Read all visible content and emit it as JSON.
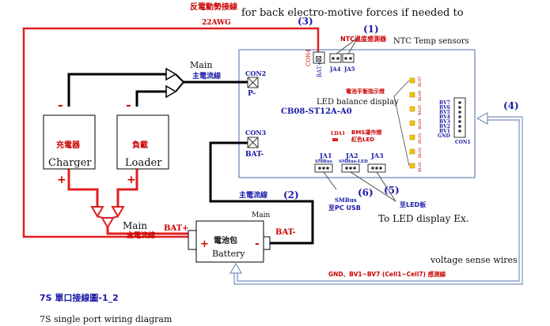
{
  "top": {
    "back_emf_cn": "反電動勢接線",
    "back_emf_en": "for back electro-motive forces if needed to",
    "wire_gauge": "22AWG",
    "marker_3": "(3)",
    "marker_1": "(1)",
    "ntc_cn": "NTC溫度感測器",
    "ntc_en": "NTC Temp sensors"
  },
  "board": {
    "name": "CB08-ST12A-A0",
    "con4": "CON4",
    "con4_pin": "BAT+",
    "ja4": "JA4",
    "ja5": "JA5",
    "con2": "CON2",
    "con2_pin": "P-",
    "con3": "CON3",
    "con3_pin": "BAT-",
    "led_cn": "電池平衡指示燈",
    "led_en": "LED balance display",
    "led_refs": [
      "BL07",
      "BL06",
      "BL05",
      "BL04",
      "BL03",
      "BL02",
      "BL01"
    ],
    "con1_pins": [
      "BV7",
      "BV6",
      "BV5",
      "BV4",
      "BV3",
      "BV2",
      "BV1",
      "GND"
    ],
    "con1": "CON1",
    "lda1": "LDA1",
    "bms_cn_1": "BMS運作燈",
    "bms_cn_2": "紅色LED",
    "ja1": "JA1",
    "ja1_label": "SMBus",
    "ja2": "JA2",
    "ja2_label": "SMBus-LED",
    "ja3": "JA3"
  },
  "wiring": {
    "main_top": "Main",
    "main_top_cn": "主電流線",
    "charger_minus": "-",
    "loader_minus": "-",
    "charger_plus": "+",
    "loader_plus": "+",
    "main_mid_cn": "主電流線",
    "marker_2": "(2)",
    "main_mid": "Main",
    "marker_6": "(6)",
    "marker_5": "(5)",
    "smbus_cn": "至PC USB",
    "smbus_top": "SMBus",
    "led_board_cn": "至LED板",
    "led_board_en": "To LED display Ex.",
    "main_bottom": "Main",
    "main_bottom_cn": "主電流線",
    "bat_plus": "BAT+",
    "bat_minus": "BAT-",
    "marker_4": "(4)",
    "voltage_sense": "voltage sense wires",
    "sense_cn": "GND、BV1~BV7 (Cell1~Cell7) 感測線"
  },
  "charger": {
    "cn": "充電器",
    "en": "Charger"
  },
  "loader": {
    "cn": "負載",
    "en": "Loader"
  },
  "battery": {
    "cn": "電池包",
    "en": "Battery",
    "plus": "+",
    "minus": "-"
  },
  "caption": {
    "title_cn": "7S 單口接線圖-1_2",
    "title_en": "7S single port wiring diagram"
  },
  "colors": {
    "wire_red": "#e02020",
    "wire_black": "#000000",
    "board_border": "#4a6aa8",
    "sense_wire": "#7a8fc0",
    "label_blue": "#1a1aa8",
    "label_red": "#cc0000"
  }
}
